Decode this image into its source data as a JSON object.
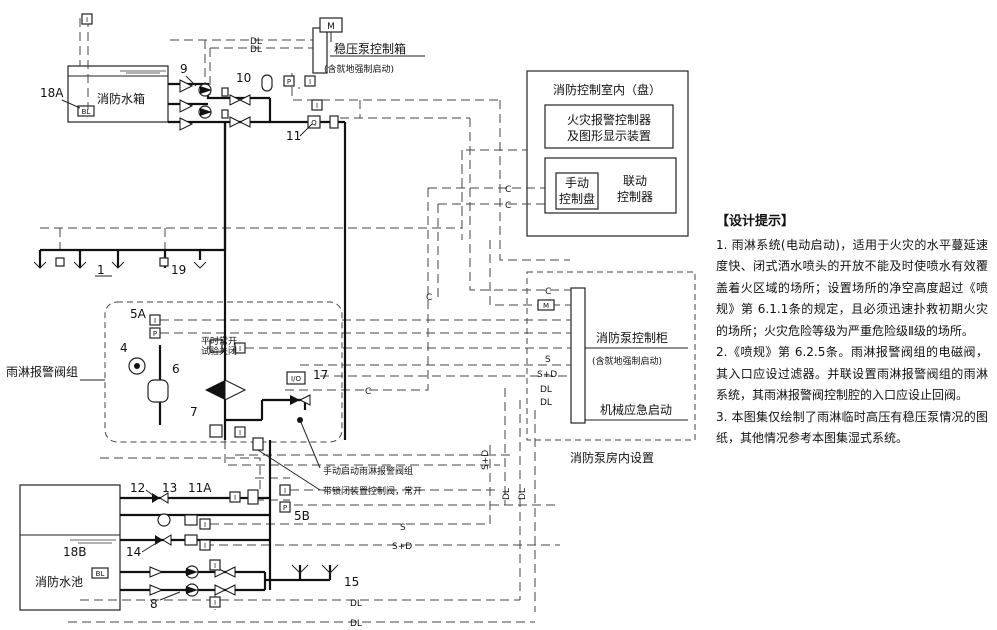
{
  "labels": {
    "pressure_pump_cabinet": "稳压泵控制箱",
    "pressure_pump_cabinet_sub": "(含就地强制启动)",
    "fire_water_tank": "消防水箱",
    "fire_water_pool": "消防水池",
    "deluge_valve_group": "雨淋报警阀组",
    "control_room": "消防控制室内（盘）",
    "alarm_controller_line1": "火灾报警控制器",
    "alarm_controller_line2": "及图形显示装置",
    "manual_panel_line1": "手动",
    "manual_panel_line2": "控制盘",
    "linkage_line1": "联动",
    "linkage_line2": "控制器",
    "pump_room": "消防泵房内设置",
    "pump_cabinet": "消防泵控制柜",
    "pump_cabinet_sub": "(含就地强制启动)",
    "mechanical_start": "机械应急启动",
    "test_valve_line1": "平时常开",
    "test_valve_line2": "试验关闭",
    "manual_deluge_note": "手动启动雨淋报警阀组",
    "locked_valve_note": "带锁闭装置控制阀，常开"
  },
  "numbers": {
    "n9": "9",
    "n10": "10",
    "n11": "11",
    "n18A": "18A",
    "n1": "1",
    "n19": "19",
    "n5A": "5A",
    "n4": "4",
    "n6": "6",
    "n7": "7",
    "n17": "17",
    "n12": "12",
    "n13": "13",
    "n11A": "11A",
    "n14": "14",
    "n18B": "18B",
    "n5B": "5B",
    "n8": "8",
    "n15": "15"
  },
  "signals": {
    "DL": "DL",
    "C": "C",
    "S": "S",
    "SD": "S+D",
    "M": "M",
    "P": "P",
    "I": "I",
    "BL": "BL",
    "IO": "I/O",
    "Q": "Q"
  },
  "notes": {
    "heading": "【设计提示】",
    "items": [
      "1. 雨淋系统(电动启动)，适用于火灾的水平蔓延速度快、闭式洒水喷头的开放不能及时使喷水有效覆盖着火区域的场所；设置场所的净空高度超过《喷规》第 6.1.1条的规定，且必须迅速扑救初期火灾的场所；火灾危险等级为严重危险级Ⅱ级的场所。",
      "2.《喷规》第 6.2.5条。雨淋报警阀组的电磁阀，其入口应设过滤器。并联设置雨淋报警阀组的雨淋系统，其雨淋报警阀控制腔的入口应设止回阀。",
      "3. 本图集仅绘制了雨淋临时高压有稳压泵情况的图纸，其他情况参考本图集湿式系统。"
    ]
  }
}
